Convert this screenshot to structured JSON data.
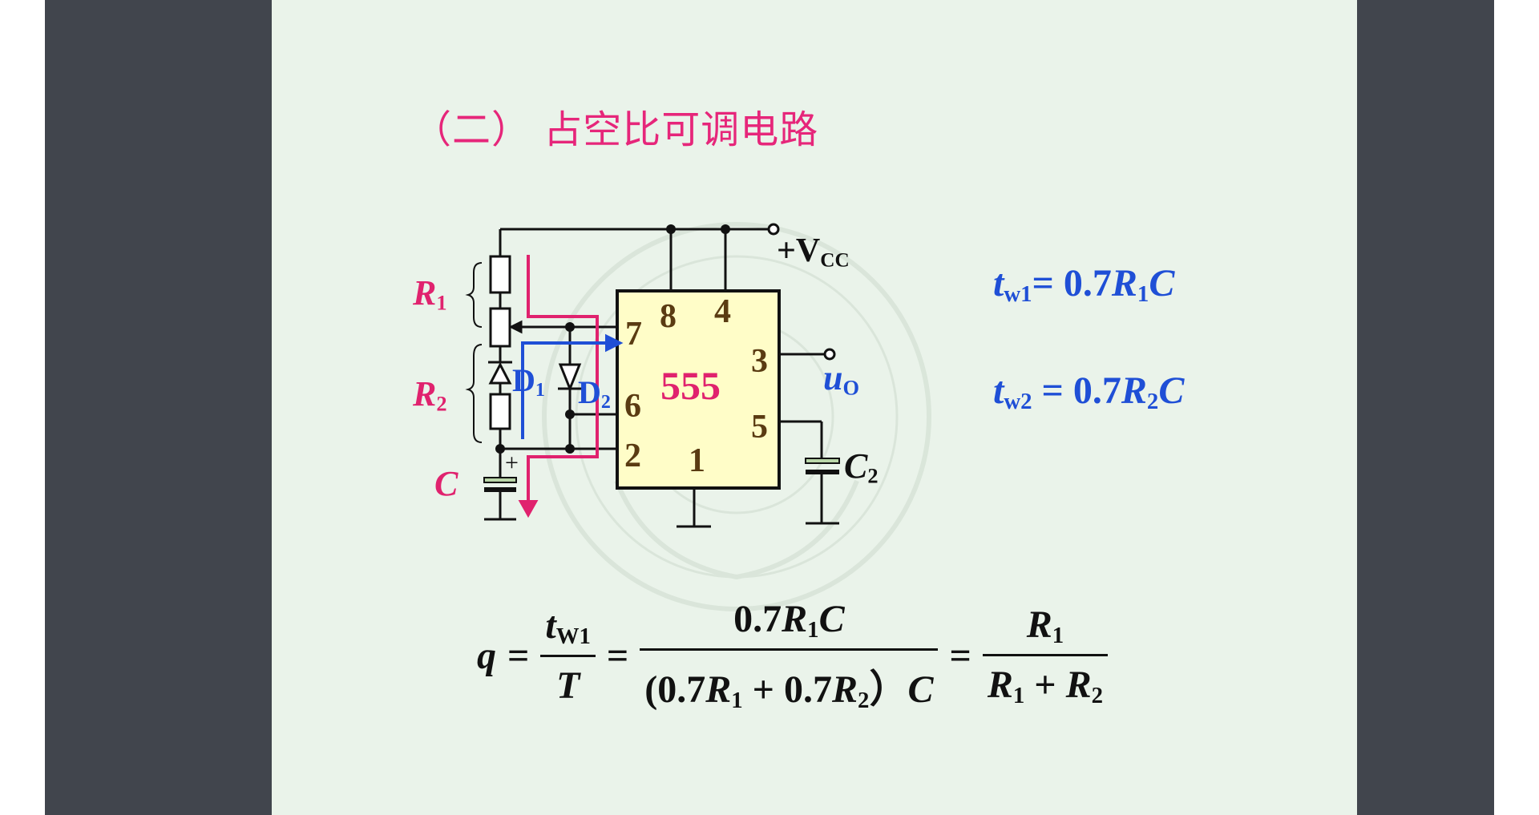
{
  "slide": {
    "title": "（二） 占空比可调电路"
  },
  "circuit": {
    "chip": "555",
    "pins": {
      "p8": "8",
      "p4": "4",
      "p7": "7",
      "p3": "3",
      "p6": "6",
      "p5": "5",
      "p2": "2",
      "p1": "1"
    },
    "vcc": "+V",
    "vcc_sub": "CC",
    "uo": "u",
    "uo_sub": "O",
    "r1": "R",
    "r1_sub": "1",
    "r2": "R",
    "r2_sub": "2",
    "c": "C",
    "c_plus": "+",
    "c2": "C",
    "c2_sub": "2",
    "d1": "D",
    "d1_sub": "1",
    "d2": "D",
    "d2_sub": "2"
  },
  "equations": {
    "tw1": {
      "lhs": "t",
      "lhs_sub": "w1",
      "rhs": "= 0.7",
      "r": "R",
      "r_sub": "1",
      "c": "C"
    },
    "tw2": {
      "lhs": "t",
      "lhs_sub": "w2",
      "rhs": " = 0.7",
      "r": "R",
      "r_sub": "2",
      "c": "C"
    }
  },
  "formula": {
    "q": "q",
    "eq": "=",
    "t_num": "t",
    "t_num_sub": "W1",
    "t_den": "T",
    "mid_num_a": "0.7",
    "mid_num_r": "R",
    "mid_num_sub": "1",
    "mid_num_c": "C",
    "mid_den_a": "(0.7",
    "mid_den_r1": "R",
    "mid_den_sub1": "1",
    "mid_den_plus": " + 0.7",
    "mid_den_r2": "R",
    "mid_den_sub2": "2",
    "mid_den_close": "）",
    "mid_den_c": "C",
    "right_num_r": "R",
    "right_num_sub": "1",
    "right_den_r1": "R",
    "right_den_sub1": "1",
    "right_den_plus": " + ",
    "right_den_r2": "R",
    "right_den_sub2": "2"
  },
  "colors": {
    "viewer_bg": "#41454d",
    "slide_bg": "#eaf3ea",
    "title": "#e6267a",
    "chip_fill": "#fffdc8",
    "current_path": "#e0226e",
    "charge_path": "#1f4fd6"
  }
}
